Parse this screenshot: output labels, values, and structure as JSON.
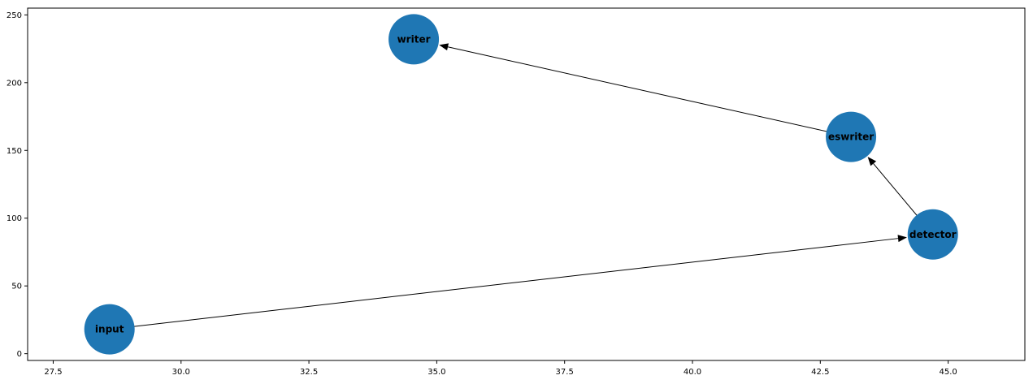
{
  "chart_data": {
    "type": "scatter",
    "kind": "directed-graph",
    "xlim": [
      27,
      46.5
    ],
    "ylim": [
      -5,
      255
    ],
    "x_ticks": [
      27.5,
      30.0,
      32.5,
      35.0,
      37.5,
      40.0,
      42.5,
      45.0
    ],
    "x_tick_labels": [
      "27.5",
      "30.0",
      "32.5",
      "35.0",
      "37.5",
      "40.0",
      "42.5",
      "45.0"
    ],
    "y_ticks": [
      0,
      50,
      100,
      150,
      200,
      250
    ],
    "y_tick_labels": [
      "0",
      "50",
      "100",
      "150",
      "200",
      "250"
    ],
    "grid": false,
    "node_color": "#1f77b4",
    "edge_color": "#000000",
    "nodes": [
      {
        "id": "input",
        "label": "input",
        "x": 28.6,
        "y": 18
      },
      {
        "id": "detector",
        "label": "detector",
        "x": 44.7,
        "y": 88
      },
      {
        "id": "eswriter",
        "label": "eswriter",
        "x": 43.1,
        "y": 160
      },
      {
        "id": "writer",
        "label": "writer",
        "x": 34.55,
        "y": 232
      }
    ],
    "edges": [
      {
        "source": "input",
        "target": "detector"
      },
      {
        "source": "detector",
        "target": "eswriter"
      },
      {
        "source": "eswriter",
        "target": "writer"
      }
    ]
  }
}
